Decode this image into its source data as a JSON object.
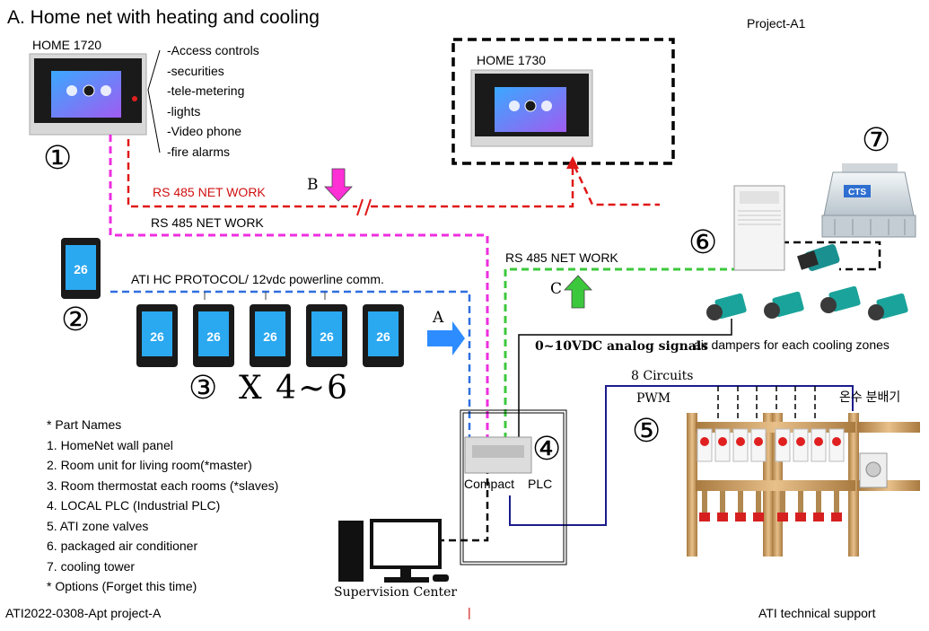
{
  "title": "A. Home net with heating and cooling",
  "project_label": "Project-A1",
  "home1720_label": "HOME 1720",
  "home1730_label": "HOME 1730",
  "features": [
    "-Access controls",
    "-securities",
    "-tele-metering",
    "-lights",
    "-Video phone",
    "-fire alarms"
  ],
  "markers": {
    "one": "①",
    "two": "②",
    "three": "③",
    "four": "④",
    "five": "⑤",
    "six": "⑥",
    "seven": "⑦"
  },
  "quantity": "X 4~6",
  "net_red": "RS 485 NET WORK",
  "net_pink": "RS 485 NET WORK",
  "net_green": "RS 485 NET WORK",
  "protocol": "ATI HC PROTOCOL/ 12vdc powerline comm.",
  "arrow_a": "A",
  "arrow_b": "B",
  "arrow_c": "C",
  "thermostat_reading": "26",
  "analog": "0~10VDC analog signals",
  "dampers": "air dampers for each cooling zones",
  "circuits": "8 Circuits",
  "pwm": "PWM",
  "manifold_kr": "온수 분배기",
  "tower_logo": "CTS",
  "plc_compact": "Compact",
  "plc_name": "PLC",
  "supervision": "Supervision Center",
  "parts_header": "* Part Names",
  "parts": [
    "1. HomeNet wall panel",
    "2. Room unit for living room(*master)",
    "3. Room thermostat each rooms (*slaves)",
    "4. LOCAL PLC (Industrial PLC)",
    "5. ATI  zone valves",
    "6. packaged air conditioner",
    "7. cooling tower",
    "* Options (Forget this time)"
  ],
  "footer_left": "ATI2022-0308-Apt project-A",
  "footer_mid": "|",
  "footer_right": "ATI   technical support",
  "colors": {
    "red_net": "#e01818",
    "pink_net": "#ee2ee0",
    "green_net": "#3cc83c",
    "blue_bus": "#2f6fe0",
    "navy_pwm": "#1c1c8c",
    "arrow_blue": "#2d8cff",
    "arrow_green": "#3cc83c",
    "arrow_magenta": "#ff2fd6"
  }
}
